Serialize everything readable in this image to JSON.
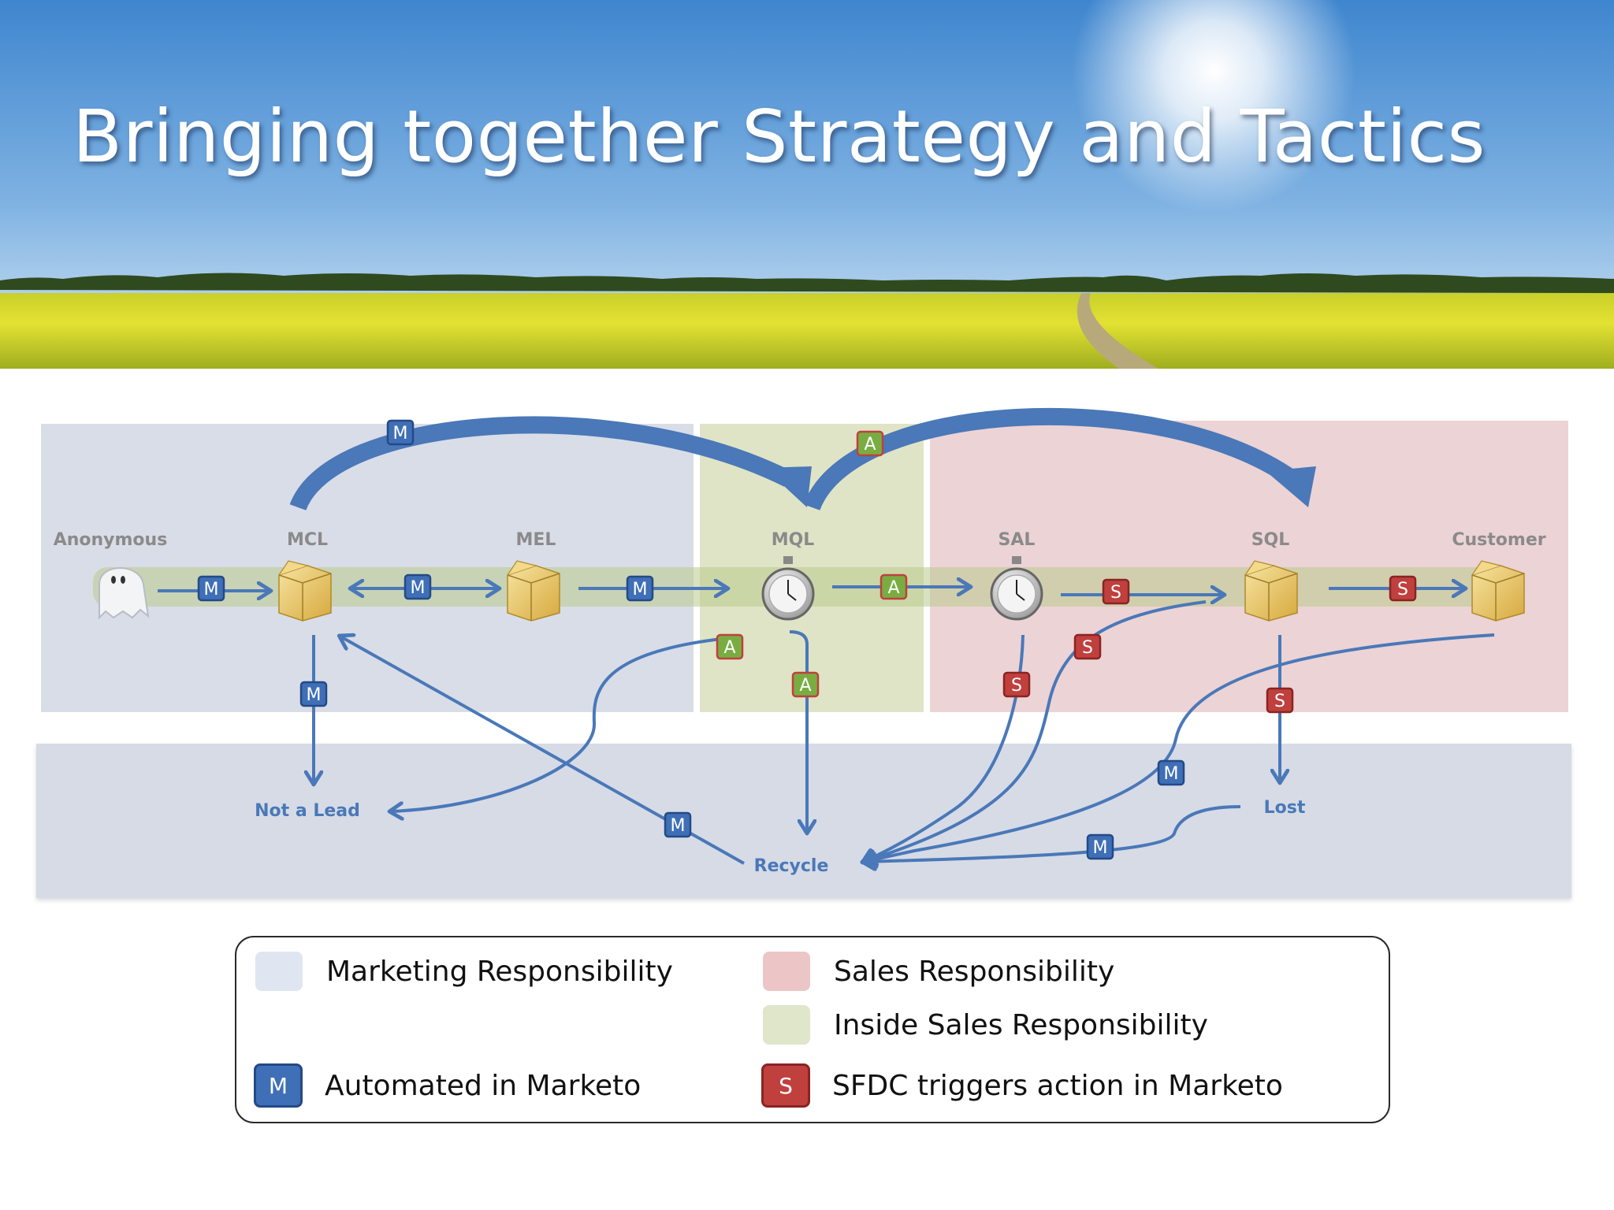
{
  "title": "Bringing together Strategy and Tactics",
  "colors": {
    "marketing_zone": "#d9dde7",
    "sales_zone": "#ecd3d5",
    "inside_sales_zone": "#dfe4c6",
    "arrow_blue": "#4a78b8",
    "badge_m": "#3f6fb6",
    "badge_s": "#c0403e",
    "badge_a": "#79ad42",
    "label_gray": "#8a8a8a",
    "label_blue": "#4a78b8"
  },
  "stages": {
    "anonymous": "Anonymous",
    "mcl": "MCL",
    "mel": "MEL",
    "mql": "MQL",
    "sal": "SAL",
    "sql": "SQL",
    "customer": "Customer"
  },
  "outcomes": {
    "not_a_lead": "Not a Lead",
    "recycle": "Recycle",
    "lost": "Lost"
  },
  "badges": {
    "m": "M",
    "a": "A",
    "s": "S"
  },
  "legend": {
    "marketing": "Marketing Responsibility",
    "sales": "Sales Responsibility",
    "inside_sales": "Inside Sales Responsibility",
    "automated": "Automated in Marketo",
    "sfdc": "SFDC triggers action in Marketo",
    "m_badge": "M",
    "s_badge": "S"
  }
}
